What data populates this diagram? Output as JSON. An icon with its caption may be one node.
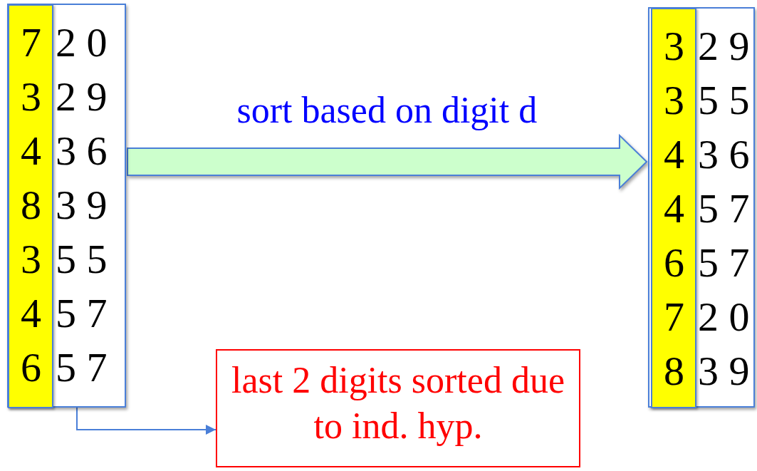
{
  "diagram": {
    "nodes": [
      {
        "text": [
          "2 0",
          "2 9",
          "3 6",
          "3 9",
          "5 5",
          "5 7",
          "5 7"
        ]
      },
      {
        "text": [
          "7",
          "3",
          "4",
          "8",
          "3",
          "4",
          "6"
        ],
        "in": 0
      },
      {
        "text": [
          "2 9",
          "5 5",
          "3 6",
          "5 7",
          "5 7",
          "2 0",
          "3 9"
        ]
      },
      {
        "text": [
          "3",
          "3",
          "4",
          "4",
          "6",
          "7",
          "8"
        ],
        "in": 2
      },
      {
        "text": [
          "last 2 digits sorted due to ind. hyp."
        ]
      }
    ],
    "edges": [
      {
        "from": 0,
        "to": 2,
        "arrow": "to",
        "label": "sort based on digit d"
      },
      {
        "from": 0,
        "to": 4,
        "arrow": "to"
      }
    ]
  }
}
